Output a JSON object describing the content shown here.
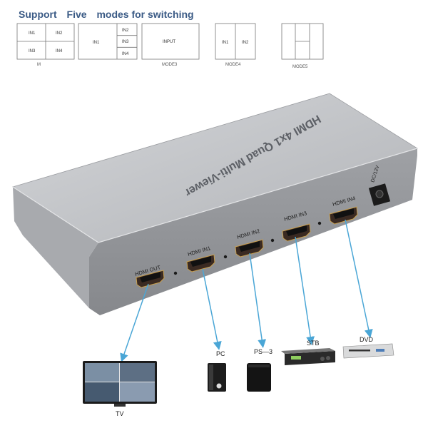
{
  "headline": {
    "w1": "Support",
    "w2": "Five",
    "w3": "modes for switching"
  },
  "modes": {
    "m1": {
      "cells": [
        "IN1",
        "IN2",
        "IN3",
        "IN4"
      ],
      "caption": "M"
    },
    "m2": {
      "main": "IN1",
      "side": [
        "IN2",
        "IN3",
        "IN4"
      ],
      "caption": ""
    },
    "m3": {
      "main": "INPUT",
      "caption": "MODE3"
    },
    "m4": {
      "cells": [
        "IN1",
        "IN2"
      ],
      "caption": "MODE4"
    },
    "m5": {
      "caption": "MODE5"
    }
  },
  "device": {
    "title": "HDMI 4x1 Quad Multi-Viewer",
    "ports": [
      "HDMI OUT",
      "HDMI IN1",
      "HDMI IN2",
      "HDMI IN3",
      "HDMI IN4"
    ],
    "power": "DC/12V"
  },
  "devices": {
    "tv": "TV",
    "pc": "PC",
    "ps3": "PS—3",
    "stb": "STB",
    "dvd": "DVD"
  },
  "colors": {
    "headline": "#3a5a85",
    "arrow": "#4aa6d6",
    "body": "#b7b9bd"
  }
}
